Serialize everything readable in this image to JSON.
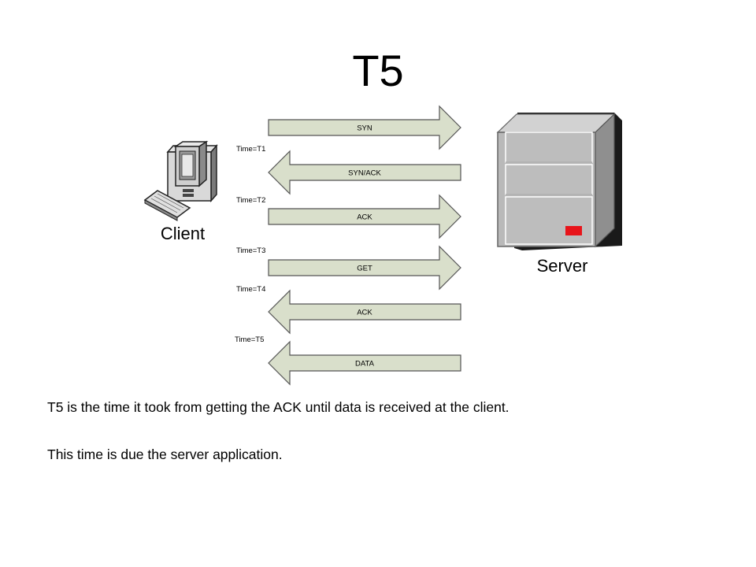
{
  "title": "T5",
  "client_label": "Client",
  "server_label": "Server",
  "messages": [
    {
      "label": "SYN",
      "direction": "to-server"
    },
    {
      "label": "SYN/ACK",
      "direction": "to-client"
    },
    {
      "label": "ACK",
      "direction": "to-server"
    },
    {
      "label": "GET",
      "direction": "to-server"
    },
    {
      "label": "ACK",
      "direction": "to-client"
    },
    {
      "label": "DATA",
      "direction": "to-client"
    }
  ],
  "time_labels": [
    "Time=T1",
    "Time=T2",
    "Time=T3",
    "Time=T4",
    "Time=T5"
  ],
  "body": [
    "T5 is the time it took from getting the ACK until data is received at the client.",
    "This time is due the server application."
  ],
  "colors": {
    "arrow_fill": "#d9dfcb",
    "arrow_stroke": "#555555",
    "server_body": "#b9b9b9",
    "server_shadow": "#1a1a1a",
    "server_indicator": "#e8141a"
  }
}
